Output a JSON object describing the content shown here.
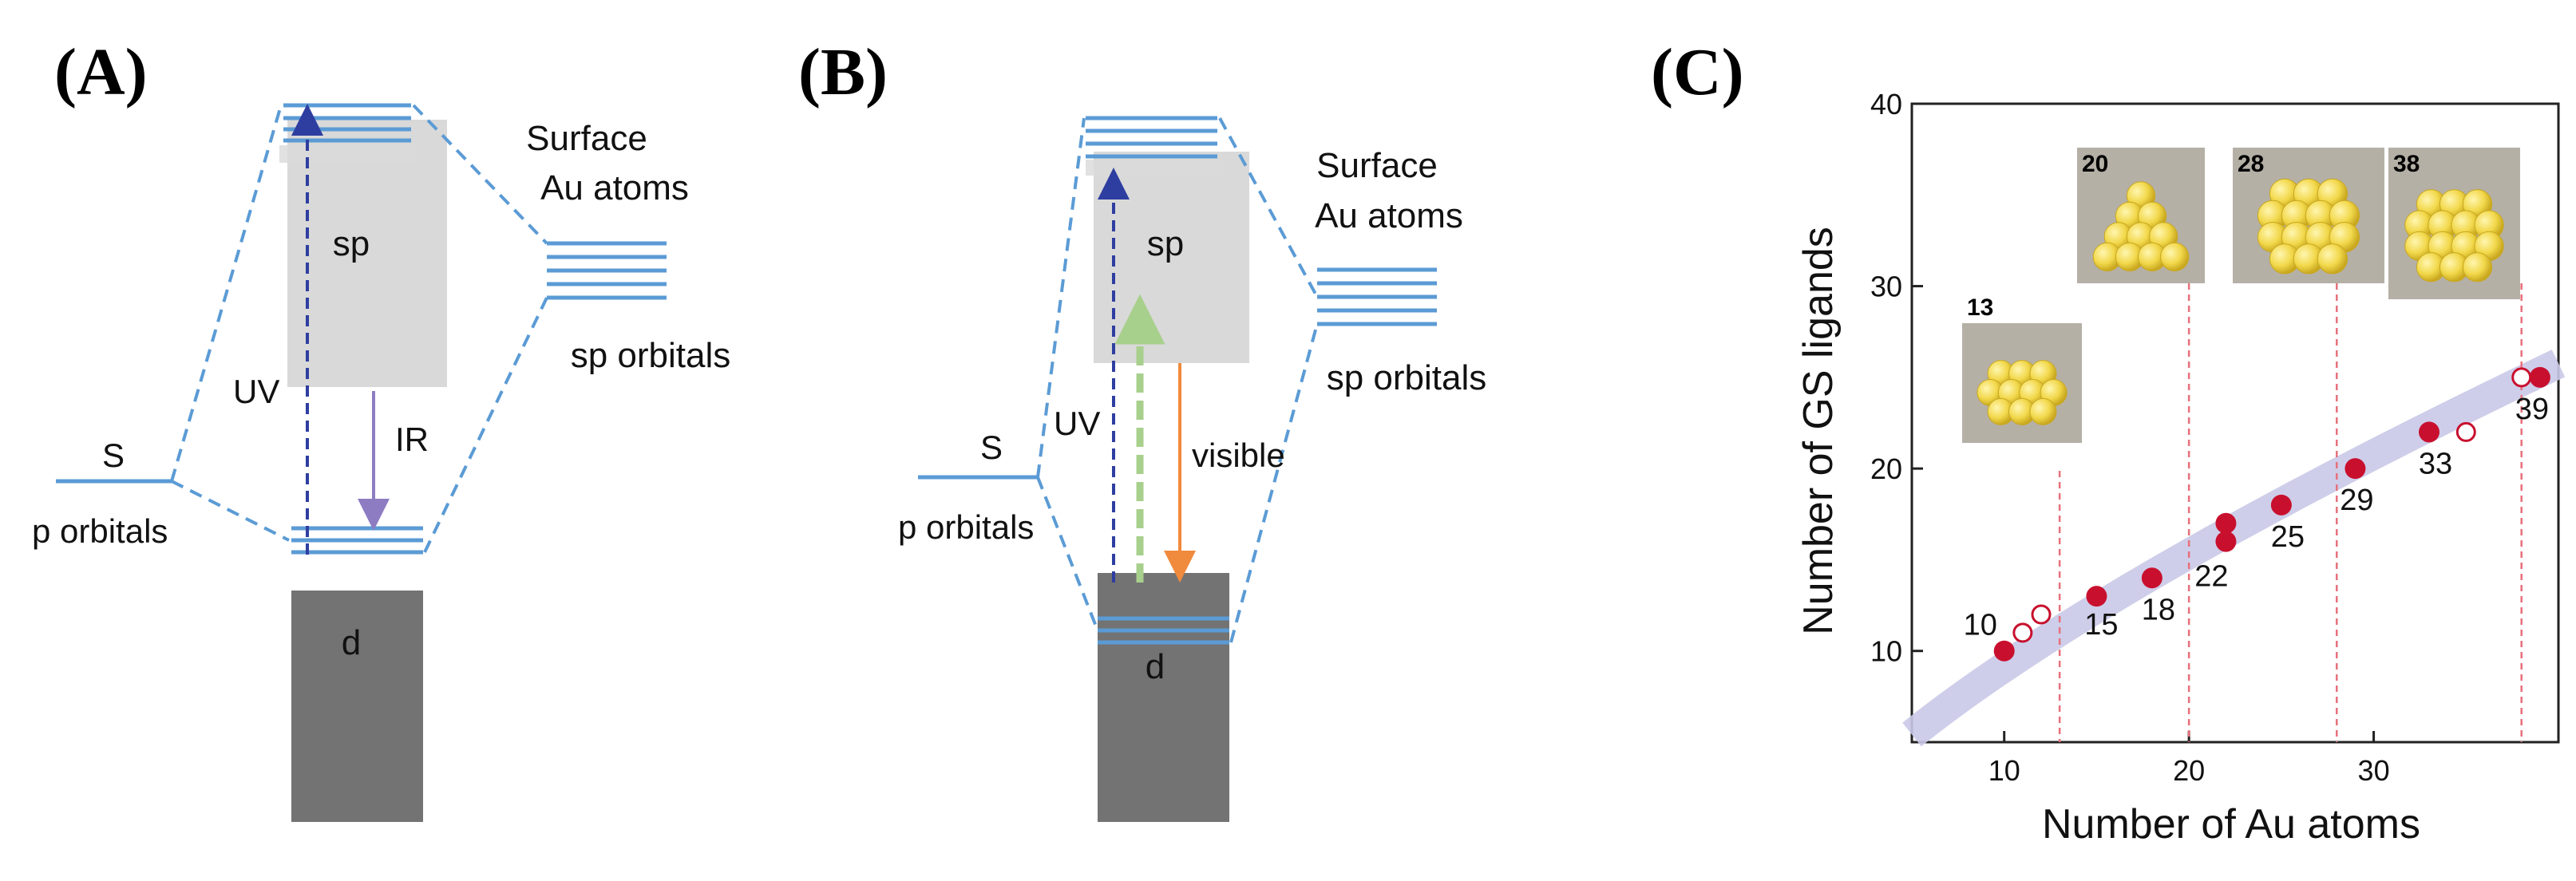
{
  "panels": {
    "A": {
      "tag": "(A)",
      "surface_title_line1": "Surface",
      "surface_title_line2": "Au atoms",
      "sp_band": "sp",
      "d_band": "d",
      "uv": "UV",
      "ir": "IR",
      "s": "S",
      "p_orbitals": "p orbitals",
      "sp_orbitals": "sp orbitals"
    },
    "B": {
      "tag": "(B)",
      "surface_title_line1": "Surface",
      "surface_title_line2": "Au atoms",
      "sp_band": "sp",
      "d_band": "d",
      "uv": "UV",
      "visible": "visible",
      "s": "S",
      "p_orbitals": "p orbitals",
      "sp_orbitals": "sp orbitals"
    },
    "C": {
      "tag": "(C)",
      "insets": [
        "13",
        "20",
        "28",
        "38"
      ]
    }
  },
  "colors": {
    "line_blue": "#5b9bd5",
    "uv_arrow": "#2e3ea0",
    "ir_arrow": "#8e7cc3",
    "visible_arrow": "#f08a3c",
    "green_arrow": "#a8d08d",
    "sp_band": "#d9d9d9",
    "d_band": "#737373",
    "filled_point": "#c8102e",
    "trend_band": "#c9c9e8",
    "guide_line": "#e8707b",
    "cluster": "#f2d84b"
  },
  "chart_data": {
    "type": "scatter",
    "xlabel": "Number of Au atoms",
    "ylabel": "Number of GS ligands",
    "xlim": [
      5,
      40
    ],
    "ylim": [
      5,
      40
    ],
    "xticks": [
      10,
      20,
      30
    ],
    "yticks": [
      10,
      20,
      30,
      40
    ],
    "series": [
      {
        "marker": "filled",
        "x": [
          10,
          15,
          18,
          22,
          22,
          25,
          29,
          33,
          39
        ],
        "y": [
          10,
          13,
          14,
          16,
          17,
          18,
          20,
          22,
          25
        ]
      },
      {
        "marker": "open",
        "x": [
          11,
          12,
          35,
          38
        ],
        "y": [
          11,
          12,
          22,
          25
        ]
      }
    ],
    "point_labels": [
      {
        "text": "10",
        "x": 10,
        "y": 10
      },
      {
        "text": "15",
        "x": 15,
        "y": 13
      },
      {
        "text": "18",
        "x": 18,
        "y": 14
      },
      {
        "text": "22",
        "x": 22,
        "y": 16
      },
      {
        "text": "25",
        "x": 25,
        "y": 18
      },
      {
        "text": "29",
        "x": 29,
        "y": 20
      },
      {
        "text": "33",
        "x": 33,
        "y": 22
      },
      {
        "text": "39",
        "x": 39,
        "y": 25
      }
    ],
    "guide_lines_x": [
      13,
      20,
      28,
      38
    ]
  }
}
